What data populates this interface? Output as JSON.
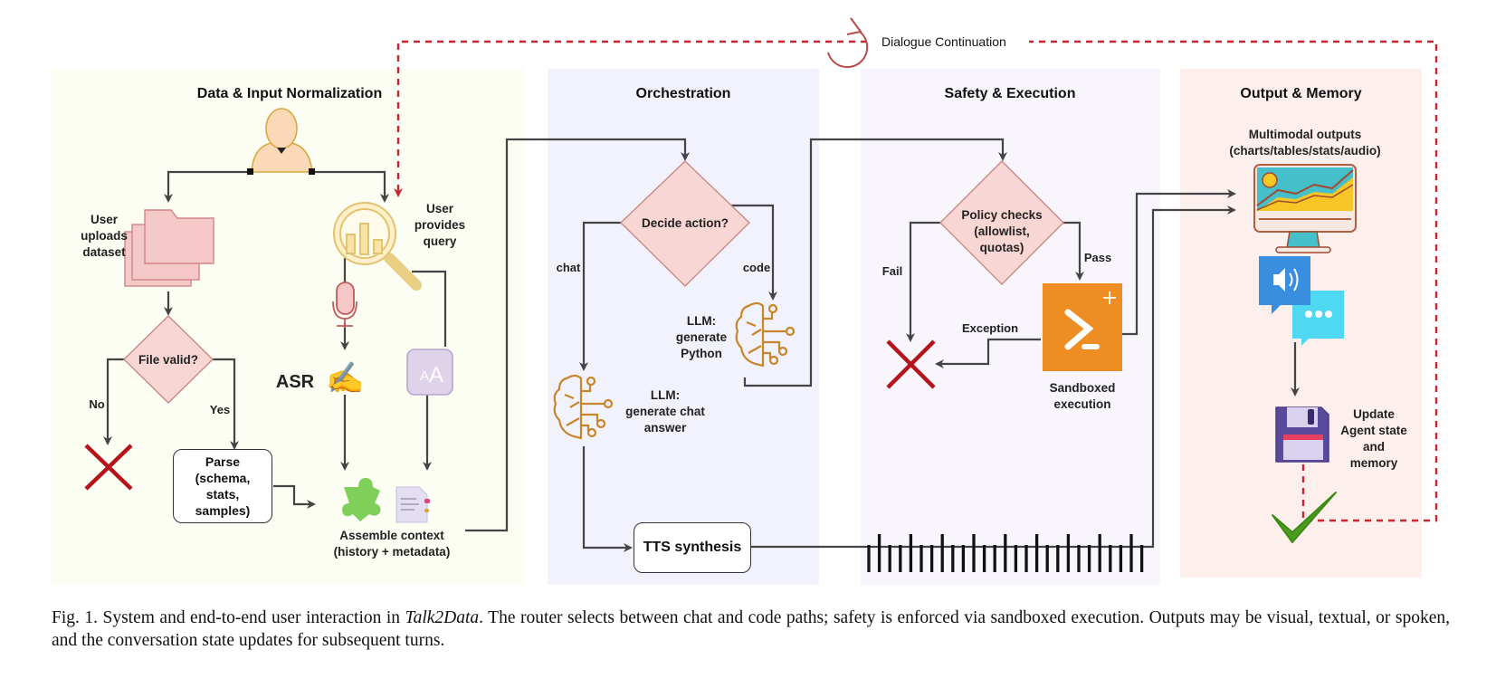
{
  "panels": {
    "input": {
      "title": "Data & Input Normalization",
      "bg": "#fcfdf3"
    },
    "orchestration": {
      "title": "Orchestration",
      "bg": "#f2f2fc"
    },
    "safety": {
      "title": "Safety & Execution",
      "bg": "#f8f5fc"
    },
    "output": {
      "title": "Output & Memory",
      "bg": "#fcefec"
    }
  },
  "loop": {
    "label": "Dialogue Continuation",
    "color": "#c8262f"
  },
  "nodes": {
    "user_uploads": "User\nuploads\ndataset",
    "user_query": "User\nprovides\nquery",
    "file_valid": "File valid?",
    "no": "No",
    "yes": "Yes",
    "parse": "Parse\n(schema,\nstats,\nsamples)",
    "asr": "ASR",
    "assemble": "Assemble context\n(history + metadata)",
    "decide": "Decide action?",
    "chat": "chat",
    "code": "code",
    "llm_python": "LLM:\ngenerate\nPython",
    "llm_chat": "LLM:\ngenerate chat\nanswer",
    "tts": "TTS synthesis",
    "policy": "Policy checks\n(allowlist,\nquotas)",
    "fail": "Fail",
    "pass": "Pass",
    "exception": "Exception",
    "sandbox": "Sandboxed\nexecution",
    "multimodal": "Multimodal outputs\n(charts/tables/stats/audio)",
    "update": "Update\nAgent state\nand\nmemory"
  },
  "icons": {
    "user": "user-icon",
    "folder": "folder-stack-icon",
    "search": "analytics-search-icon",
    "mic": "microphone-icon",
    "hand_write": "writing-hand-icon",
    "text_size": "text-size-icon",
    "puzzle": "puzzle-icon",
    "document": "document-icon",
    "brain": "ai-brain-icon",
    "terminal": "terminal-icon",
    "monitor": "chart-monitor-icon",
    "speech": "speech-audio-icon",
    "floppy": "save-disk-icon",
    "check": "checkmark-icon",
    "cross": "cross-icon",
    "refresh": "refresh-loop-icon",
    "waveform": "audio-waveform-icon"
  },
  "colors": {
    "decision_fill": "#f8d6d3",
    "decision_stroke": "#c98a86",
    "brain": "#c8862a",
    "terminal": "#ee8d21",
    "fail_cross": "#b4141c",
    "check": "#4a9c1e",
    "arrow": "#444444"
  },
  "caption": {
    "prefix": "Fig. 1.  System and end-to-end user interaction in ",
    "italic": "Talk2Data",
    "suffix": ". The router selects between chat and code paths; safety is enforced via sandboxed execution. Outputs may be visual, textual, or spoken, and the conversation state updates for subsequent turns."
  }
}
